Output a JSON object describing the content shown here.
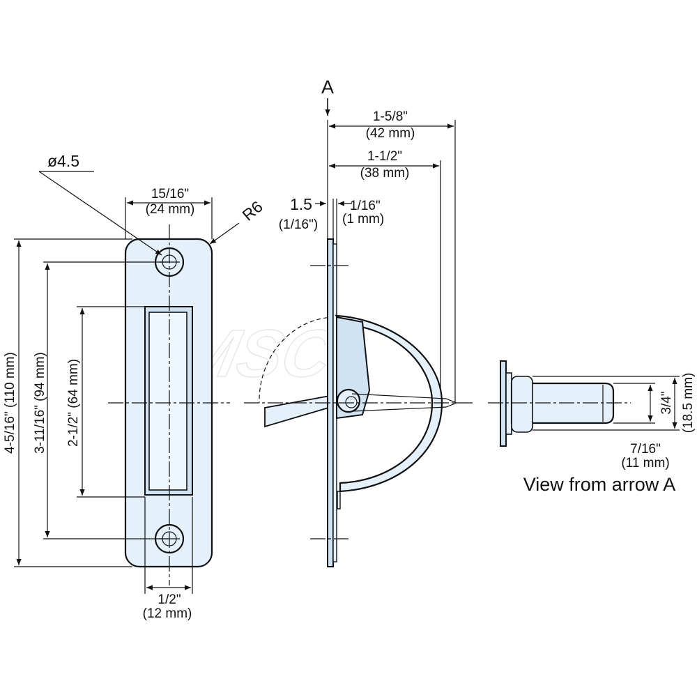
{
  "front_view": {
    "hole_diameter": "ø4.5",
    "plate_width": {
      "inch": "15/16\"",
      "mm": "(24 mm)"
    },
    "corner_radius": "R6",
    "overall_length": "4-5/16\" (110 mm)",
    "hole_spacing": "3-11/16\" (94 mm)",
    "recess_length": "2-1/2\" (64 mm)",
    "recess_width": {
      "inch": "1/2\"",
      "mm": "(12 mm)"
    }
  },
  "side_view": {
    "arrow_label": "A",
    "overall_depth": {
      "inch": "1-5/8\"",
      "mm": "(42 mm)"
    },
    "ring_depth": {
      "inch": "1-1/2\"",
      "mm": "(38 mm)"
    },
    "plate_thickness": {
      "metric": "1.5",
      "inch": "(1/16\")"
    },
    "gap": {
      "inch": "1/16\"",
      "mm": "(1 mm)"
    }
  },
  "arrow_view": {
    "height": "3/4\"",
    "height_mm": "(18.5 mm)",
    "width": {
      "inch": "7/16\"",
      "mm": "(11 mm)"
    },
    "caption": "View from arrow A"
  },
  "watermark": "MSC",
  "colors": {
    "part_fill": "#e4f1fb",
    "line": "#111111"
  }
}
